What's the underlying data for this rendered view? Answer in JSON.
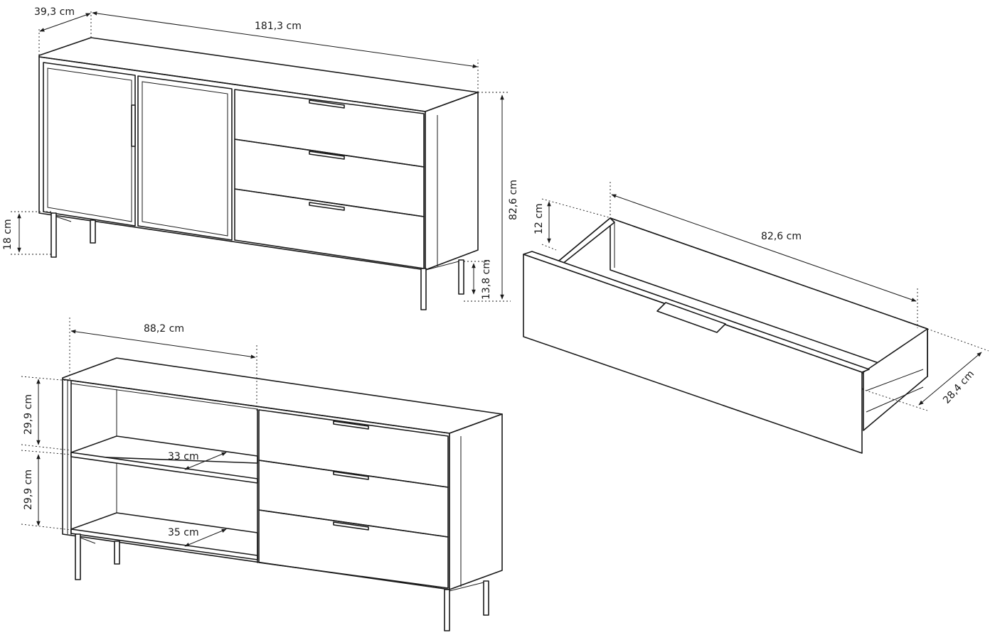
{
  "dimensions": {
    "depth": "39,3 cm",
    "width": "181,3 cm",
    "height": "82,6 cm",
    "leg_clearance_left": "18 cm",
    "leg_clearance_right": "13,8 cm",
    "door_section_width": "88,2 cm",
    "shelf_height_top": "29,9 cm",
    "shelf_height_bottom": "29,9 cm",
    "shelf_depth_top": "33 cm",
    "shelf_depth_bottom": "35 cm",
    "drawer_height": "12 cm",
    "drawer_length": "82,6 cm",
    "drawer_depth": "28,4 cm"
  },
  "colors": {
    "line": "#1a1a1a",
    "background": "#ffffff"
  }
}
